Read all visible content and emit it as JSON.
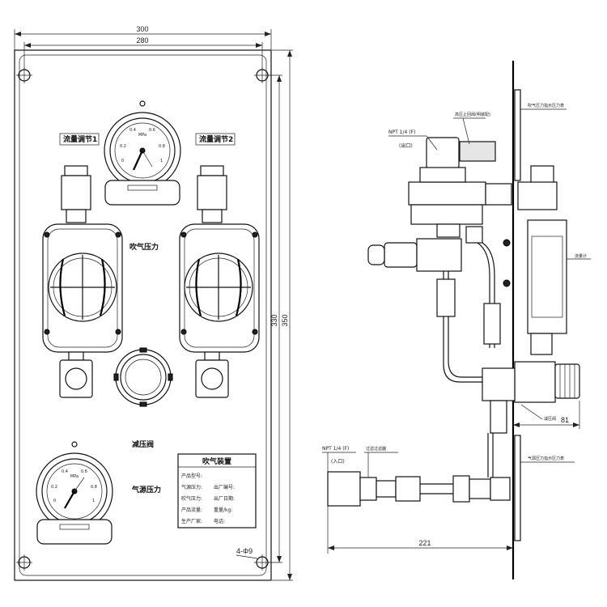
{
  "dimensions": {
    "overall_width": "300",
    "hole_spacing_width": "280",
    "hole_spacing_height": "330",
    "overall_height": "350",
    "side_depth": "81",
    "side_length": "221",
    "mount_holes": "4-Φ9"
  },
  "front_panel": {
    "flow_adjust_1": "流量调节1",
    "flow_adjust_2": "流量调节2",
    "purge_pressure": "吹气压力",
    "reducing_valve": "减压阀",
    "source_pressure": "气源压力",
    "gauge_units": "MPa",
    "gauge_scale": [
      "0",
      "0.2",
      "0.4",
      "0.6",
      "0.8",
      "1"
    ],
    "nameplate": {
      "title": "吹气装置",
      "rows": [
        {
          "left": "产品型号:",
          "right": ""
        },
        {
          "left": "气源压力:",
          "right": "出厂编号:"
        },
        {
          "left": "吹气压力:",
          "right": "出厂日期:"
        },
        {
          "left": "产品流量:",
          "right": "重量/kg:"
        },
        {
          "left": "生产厂家:",
          "right": "电话:"
        }
      ]
    }
  },
  "side_view": {
    "outlet_thread": "NPT 1/4 (F)",
    "outlet_label": "(出口)",
    "inlet_thread": "NPT 1/4 (F)",
    "inlet_label": "(入口)",
    "check_valve_label": "高压止回阀(明装配)",
    "purge_gauge_label": "吹气压力指示压力表",
    "flowmeter_label": "流量计",
    "reducing_valve_label": "减压阀",
    "source_gauge_label": "气源压力指示压力表",
    "filter_label": "过滤过滤器"
  }
}
